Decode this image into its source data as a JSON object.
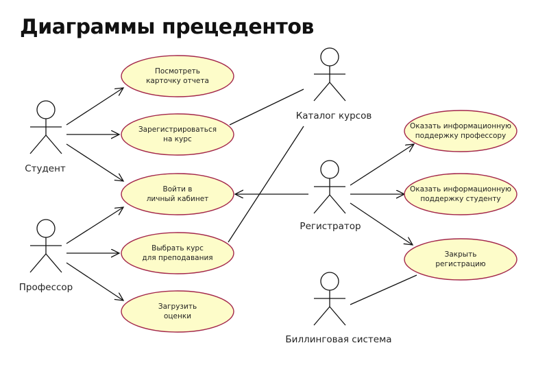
{
  "title": "Диаграммы прецедентов",
  "colors": {
    "usecase_fill": "#fdfcc9",
    "usecase_stroke": "#a3264a",
    "line": "#111111",
    "text": "#222222"
  },
  "actors": [
    {
      "id": "student",
      "label": "Студент",
      "icon": "stick-figure-icon"
    },
    {
      "id": "professor",
      "label": "Профессор",
      "icon": "stick-figure-icon"
    },
    {
      "id": "catalog",
      "label": "Каталог курсов",
      "icon": "stick-figure-icon"
    },
    {
      "id": "registrar",
      "label": "Регистратор",
      "icon": "stick-figure-icon"
    },
    {
      "id": "billing",
      "label": "Биллинговая система",
      "icon": "stick-figure-icon"
    }
  ],
  "use_cases": [
    {
      "id": "view_report",
      "lines": [
        "Посмотреть",
        "карточку отчета"
      ]
    },
    {
      "id": "register_course",
      "lines": [
        "Зарегистрироваться",
        "на курс"
      ]
    },
    {
      "id": "login",
      "lines": [
        "Войти в",
        "личный кабинет"
      ]
    },
    {
      "id": "select_course",
      "lines": [
        "Выбрать курс",
        "для преподавания"
      ]
    },
    {
      "id": "upload_grades",
      "lines": [
        "Загрузить",
        "оценки"
      ]
    },
    {
      "id": "support_professor",
      "lines": [
        "Оказать информационную",
        "поддержку профессору"
      ]
    },
    {
      "id": "support_student",
      "lines": [
        "Оказать информационную",
        "поддержку студенту"
      ]
    },
    {
      "id": "close_registration",
      "lines": [
        "Закрыть",
        "регистрацию"
      ]
    }
  ],
  "associations": [
    {
      "from": "student",
      "to": "view_report",
      "arrow": true
    },
    {
      "from": "student",
      "to": "register_course",
      "arrow": true
    },
    {
      "from": "student",
      "to": "login",
      "arrow": true
    },
    {
      "from": "professor",
      "to": "login",
      "arrow": true
    },
    {
      "from": "professor",
      "to": "select_course",
      "arrow": true
    },
    {
      "from": "professor",
      "to": "upload_grades",
      "arrow": true
    },
    {
      "from": "catalog",
      "to": "register_course",
      "arrow": false
    },
    {
      "from": "catalog",
      "to": "select_course",
      "arrow": false
    },
    {
      "from": "registrar",
      "to": "login",
      "arrow": true
    },
    {
      "from": "registrar",
      "to": "support_professor",
      "arrow": true
    },
    {
      "from": "registrar",
      "to": "support_student",
      "arrow": true
    },
    {
      "from": "registrar",
      "to": "close_registration",
      "arrow": true
    },
    {
      "from": "billing",
      "to": "close_registration",
      "arrow": false
    }
  ]
}
